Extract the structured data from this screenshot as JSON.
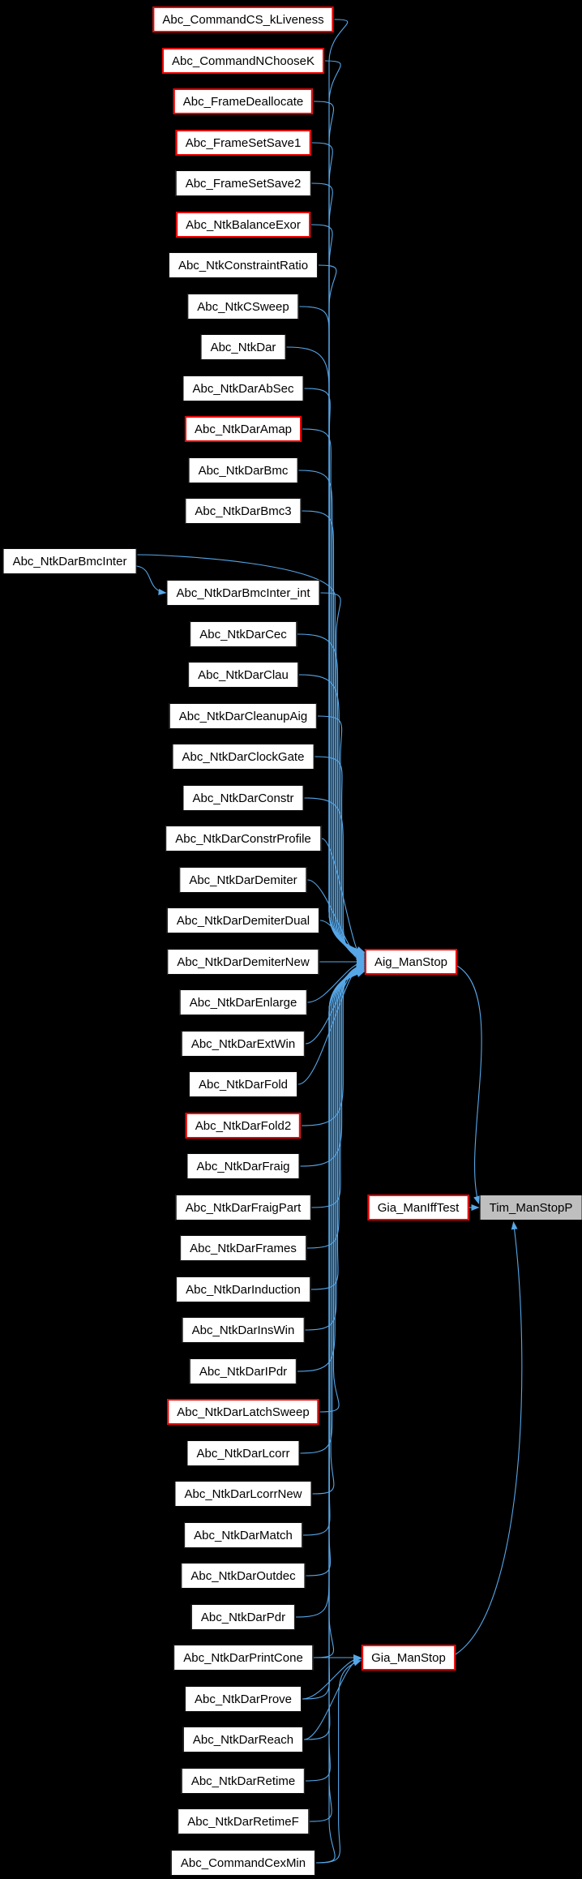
{
  "graph": {
    "type": "caller-graph",
    "background_color": "#000000",
    "edge_color": "#57a7e8",
    "node_fill": "#ffffff",
    "node_text_color": "#000000",
    "truncated_border_color": "#ee0000",
    "current_node_fill": "#bfbfbf",
    "nodes": [
      {
        "id": "Abc_CommandCS_kLiveness",
        "label": "Abc_CommandCS_kLiveness",
        "style": "truncated",
        "col": "main",
        "row": 0
      },
      {
        "id": "Abc_CommandNChooseK",
        "label": "Abc_CommandNChooseK",
        "style": "truncated",
        "col": "main",
        "row": 1
      },
      {
        "id": "Abc_FrameDeallocate",
        "label": "Abc_FrameDeallocate",
        "style": "truncated",
        "col": "main",
        "row": 2
      },
      {
        "id": "Abc_FrameSetSave1",
        "label": "Abc_FrameSetSave1",
        "style": "truncated",
        "col": "main",
        "row": 3
      },
      {
        "id": "Abc_FrameSetSave2",
        "label": "Abc_FrameSetSave2",
        "style": "normal",
        "col": "main",
        "row": 4
      },
      {
        "id": "Abc_NtkBalanceExor",
        "label": "Abc_NtkBalanceExor",
        "style": "truncated",
        "col": "main",
        "row": 5
      },
      {
        "id": "Abc_NtkConstraintRatio",
        "label": "Abc_NtkConstraintRatio",
        "style": "normal",
        "col": "main",
        "row": 6
      },
      {
        "id": "Abc_NtkCSweep",
        "label": "Abc_NtkCSweep",
        "style": "normal",
        "col": "main",
        "row": 7
      },
      {
        "id": "Abc_NtkDar",
        "label": "Abc_NtkDar",
        "style": "normal",
        "col": "main",
        "row": 8
      },
      {
        "id": "Abc_NtkDarAbSec",
        "label": "Abc_NtkDarAbSec",
        "style": "normal",
        "col": "main",
        "row": 9
      },
      {
        "id": "Abc_NtkDarAmap",
        "label": "Abc_NtkDarAmap",
        "style": "truncated",
        "col": "main",
        "row": 10
      },
      {
        "id": "Abc_NtkDarBmc",
        "label": "Abc_NtkDarBmc",
        "style": "normal",
        "col": "main",
        "row": 11
      },
      {
        "id": "Abc_NtkDarBmc3",
        "label": "Abc_NtkDarBmc3",
        "style": "normal",
        "col": "main",
        "row": 12
      },
      {
        "id": "Abc_NtkDarBmcInter",
        "label": "Abc_NtkDarBmcInter",
        "style": "normal",
        "col": "outer",
        "row": 13.22
      },
      {
        "id": "Abc_NtkDarBmcInter_int",
        "label": "Abc_NtkDarBmcInter_int",
        "style": "normal",
        "col": "main",
        "row": 14
      },
      {
        "id": "Abc_NtkDarCec",
        "label": "Abc_NtkDarCec",
        "style": "normal",
        "col": "main",
        "row": 15
      },
      {
        "id": "Abc_NtkDarClau",
        "label": "Abc_NtkDarClau",
        "style": "normal",
        "col": "main",
        "row": 16
      },
      {
        "id": "Abc_NtkDarCleanupAig",
        "label": "Abc_NtkDarCleanupAig",
        "style": "normal",
        "col": "main",
        "row": 17
      },
      {
        "id": "Abc_NtkDarClockGate",
        "label": "Abc_NtkDarClockGate",
        "style": "normal",
        "col": "main",
        "row": 18
      },
      {
        "id": "Abc_NtkDarConstr",
        "label": "Abc_NtkDarConstr",
        "style": "normal",
        "col": "main",
        "row": 19
      },
      {
        "id": "Abc_NtkDarConstrProfile",
        "label": "Abc_NtkDarConstrProfile",
        "style": "normal",
        "col": "main",
        "row": 20
      },
      {
        "id": "Abc_NtkDarDemiter",
        "label": "Abc_NtkDarDemiter",
        "style": "normal",
        "col": "main",
        "row": 21
      },
      {
        "id": "Abc_NtkDarDemiterDual",
        "label": "Abc_NtkDarDemiterDual",
        "style": "normal",
        "col": "main",
        "row": 22
      },
      {
        "id": "Abc_NtkDarDemiterNew",
        "label": "Abc_NtkDarDemiterNew",
        "style": "normal",
        "col": "main",
        "row": 23
      },
      {
        "id": "Abc_NtkDarEnlarge",
        "label": "Abc_NtkDarEnlarge",
        "style": "normal",
        "col": "main",
        "row": 24
      },
      {
        "id": "Abc_NtkDarExtWin",
        "label": "Abc_NtkDarExtWin",
        "style": "normal",
        "col": "main",
        "row": 25
      },
      {
        "id": "Abc_NtkDarFold",
        "label": "Abc_NtkDarFold",
        "style": "normal",
        "col": "main",
        "row": 26
      },
      {
        "id": "Abc_NtkDarFold2",
        "label": "Abc_NtkDarFold2",
        "style": "truncated",
        "col": "main",
        "row": 27
      },
      {
        "id": "Abc_NtkDarFraig",
        "label": "Abc_NtkDarFraig",
        "style": "normal",
        "col": "main",
        "row": 28
      },
      {
        "id": "Abc_NtkDarFraigPart",
        "label": "Abc_NtkDarFraigPart",
        "style": "normal",
        "col": "main",
        "row": 29
      },
      {
        "id": "Abc_NtkDarFrames",
        "label": "Abc_NtkDarFrames",
        "style": "normal",
        "col": "main",
        "row": 30
      },
      {
        "id": "Abc_NtkDarInduction",
        "label": "Abc_NtkDarInduction",
        "style": "normal",
        "col": "main",
        "row": 31
      },
      {
        "id": "Abc_NtkDarInsWin",
        "label": "Abc_NtkDarInsWin",
        "style": "normal",
        "col": "main",
        "row": 32
      },
      {
        "id": "Abc_NtkDarIPdr",
        "label": "Abc_NtkDarIPdr",
        "style": "normal",
        "col": "main",
        "row": 33
      },
      {
        "id": "Abc_NtkDarLatchSweep",
        "label": "Abc_NtkDarLatchSweep",
        "style": "truncated",
        "col": "main",
        "row": 34
      },
      {
        "id": "Abc_NtkDarLcorr",
        "label": "Abc_NtkDarLcorr",
        "style": "normal",
        "col": "main",
        "row": 35
      },
      {
        "id": "Abc_NtkDarLcorrNew",
        "label": "Abc_NtkDarLcorrNew",
        "style": "normal",
        "col": "main",
        "row": 36
      },
      {
        "id": "Abc_NtkDarMatch",
        "label": "Abc_NtkDarMatch",
        "style": "normal",
        "col": "main",
        "row": 37
      },
      {
        "id": "Abc_NtkDarOutdec",
        "label": "Abc_NtkDarOutdec",
        "style": "normal",
        "col": "main",
        "row": 38
      },
      {
        "id": "Abc_NtkDarPdr",
        "label": "Abc_NtkDarPdr",
        "style": "normal",
        "col": "main",
        "row": 39
      },
      {
        "id": "Abc_NtkDarPrintCone",
        "label": "Abc_NtkDarPrintCone",
        "style": "normal",
        "col": "main",
        "row": 40
      },
      {
        "id": "Abc_NtkDarProve",
        "label": "Abc_NtkDarProve",
        "style": "normal",
        "col": "main",
        "row": 41
      },
      {
        "id": "Abc_NtkDarReach",
        "label": "Abc_NtkDarReach",
        "style": "normal",
        "col": "main",
        "row": 42
      },
      {
        "id": "Abc_NtkDarRetime",
        "label": "Abc_NtkDarRetime",
        "style": "normal",
        "col": "main",
        "row": 43
      },
      {
        "id": "Abc_NtkDarRetimeF",
        "label": "Abc_NtkDarRetimeF",
        "style": "normal",
        "col": "main",
        "row": 44
      },
      {
        "id": "Abc_CommandCexMin",
        "label": "Abc_CommandCexMin",
        "style": "normal",
        "col": "main",
        "row": 45
      },
      {
        "id": "Aig_ManStop",
        "label": "Aig_ManStop",
        "style": "truncated",
        "col": "aig",
        "row": 23
      },
      {
        "id": "Gia_ManIffTest",
        "label": "Gia_ManIffTest",
        "style": "truncated",
        "col": "giaiff",
        "row": 29
      },
      {
        "id": "Tim_ManStopP",
        "label": "Tim_ManStopP",
        "style": "current",
        "col": "tim",
        "row": 29
      },
      {
        "id": "Gia_ManStop",
        "label": "Gia_ManStop",
        "style": "truncated",
        "col": "giastop",
        "row": 40
      }
    ],
    "edges": [
      [
        "Abc_CommandCS_kLiveness",
        "Aig_ManStop"
      ],
      [
        "Abc_CommandNChooseK",
        "Aig_ManStop"
      ],
      [
        "Abc_FrameDeallocate",
        "Aig_ManStop"
      ],
      [
        "Abc_FrameSetSave1",
        "Aig_ManStop"
      ],
      [
        "Abc_FrameSetSave2",
        "Aig_ManStop"
      ],
      [
        "Abc_NtkBalanceExor",
        "Aig_ManStop"
      ],
      [
        "Abc_NtkConstraintRatio",
        "Aig_ManStop"
      ],
      [
        "Abc_NtkCSweep",
        "Aig_ManStop"
      ],
      [
        "Abc_NtkDar",
        "Aig_ManStop"
      ],
      [
        "Abc_NtkDarAbSec",
        "Aig_ManStop"
      ],
      [
        "Abc_NtkDarAmap",
        "Aig_ManStop"
      ],
      [
        "Abc_NtkDarBmc",
        "Aig_ManStop"
      ],
      [
        "Abc_NtkDarBmc3",
        "Aig_ManStop"
      ],
      [
        "Abc_NtkDarBmcInter",
        "Abc_NtkDarBmcInter_int"
      ],
      [
        "Abc_NtkDarBmcInter",
        "Aig_ManStop"
      ],
      [
        "Abc_NtkDarBmcInter_int",
        "Aig_ManStop"
      ],
      [
        "Abc_NtkDarCec",
        "Aig_ManStop"
      ],
      [
        "Abc_NtkDarClau",
        "Aig_ManStop"
      ],
      [
        "Abc_NtkDarCleanupAig",
        "Aig_ManStop"
      ],
      [
        "Abc_NtkDarClockGate",
        "Aig_ManStop"
      ],
      [
        "Abc_NtkDarConstr",
        "Aig_ManStop"
      ],
      [
        "Abc_NtkDarConstrProfile",
        "Aig_ManStop"
      ],
      [
        "Abc_NtkDarDemiter",
        "Aig_ManStop"
      ],
      [
        "Abc_NtkDarDemiterDual",
        "Aig_ManStop"
      ],
      [
        "Abc_NtkDarDemiterNew",
        "Aig_ManStop"
      ],
      [
        "Abc_NtkDarEnlarge",
        "Aig_ManStop"
      ],
      [
        "Abc_NtkDarExtWin",
        "Aig_ManStop"
      ],
      [
        "Abc_NtkDarFold",
        "Aig_ManStop"
      ],
      [
        "Abc_NtkDarFold2",
        "Aig_ManStop"
      ],
      [
        "Abc_NtkDarFraig",
        "Aig_ManStop"
      ],
      [
        "Abc_NtkDarFraigPart",
        "Aig_ManStop"
      ],
      [
        "Abc_NtkDarFrames",
        "Aig_ManStop"
      ],
      [
        "Abc_NtkDarInduction",
        "Aig_ManStop"
      ],
      [
        "Abc_NtkDarInsWin",
        "Aig_ManStop"
      ],
      [
        "Abc_NtkDarIPdr",
        "Aig_ManStop"
      ],
      [
        "Abc_NtkDarLatchSweep",
        "Aig_ManStop"
      ],
      [
        "Abc_NtkDarLcorr",
        "Aig_ManStop"
      ],
      [
        "Abc_NtkDarLcorrNew",
        "Aig_ManStop"
      ],
      [
        "Abc_NtkDarMatch",
        "Aig_ManStop"
      ],
      [
        "Abc_NtkDarOutdec",
        "Aig_ManStop"
      ],
      [
        "Abc_NtkDarPdr",
        "Aig_ManStop"
      ],
      [
        "Abc_NtkDarPrintCone",
        "Aig_ManStop"
      ],
      [
        "Abc_NtkDarProve",
        "Aig_ManStop"
      ],
      [
        "Abc_NtkDarReach",
        "Aig_ManStop"
      ],
      [
        "Abc_NtkDarRetime",
        "Aig_ManStop"
      ],
      [
        "Abc_NtkDarRetimeF",
        "Aig_ManStop"
      ],
      [
        "Abc_CommandCexMin",
        "Aig_ManStop"
      ],
      [
        "Abc_NtkDarPrintCone",
        "Gia_ManStop"
      ],
      [
        "Abc_NtkDarProve",
        "Gia_ManStop"
      ],
      [
        "Abc_NtkDarReach",
        "Gia_ManStop"
      ],
      [
        "Abc_CommandCexMin",
        "Gia_ManStop"
      ],
      [
        "Aig_ManStop",
        "Tim_ManStopP"
      ],
      [
        "Gia_ManIffTest",
        "Tim_ManStopP"
      ],
      [
        "Gia_ManStop",
        "Tim_ManStopP"
      ]
    ]
  }
}
